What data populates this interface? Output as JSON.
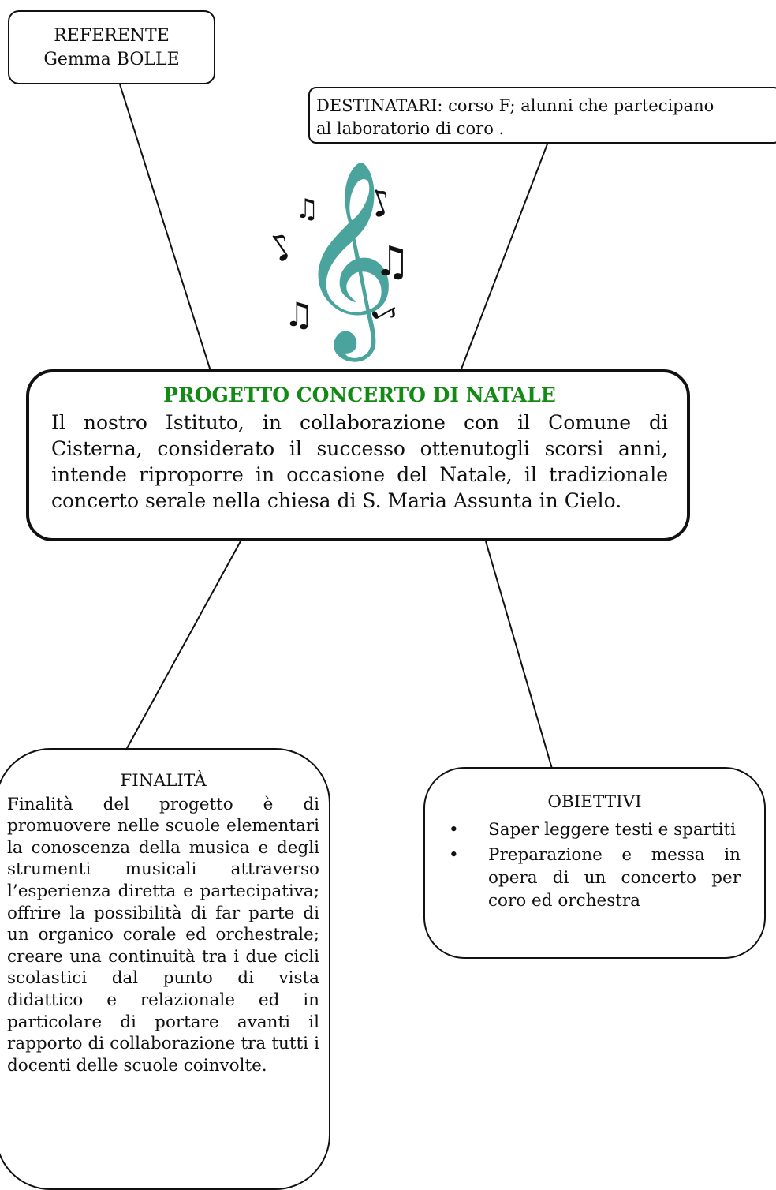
{
  "referente": {
    "title": "REFERENTE",
    "name": "Gemma BOLLE"
  },
  "destinatari": {
    "line1": "DESTINATARI:  corso F; alunni che partecipano",
    "line2": "al laboratorio di coro ."
  },
  "center": {
    "title": "PROGETTO CONCERTO DI NATALE",
    "body": "Il nostro Istituto, in collaborazione con il Comune di Cisterna, considerato il successo ottenutogli scorsi anni, intende riproporre in occasione del Natale, il tradizionale concerto serale  nella chiesa di S. Maria Assunta in Cielo."
  },
  "finalita": {
    "title": "FINALITÀ",
    "body": "Finalità del progetto è di promuovere nelle scuole elementari la conoscenza della musica e degli strumenti musicali attraverso l’esperienza diretta e partecipativa; offrire la possibilità di far parte di un organico corale ed orchestrale; creare una continuità tra i due cicli scolastici dal punto di vista didattico e relazionale  ed in particolare di portare avanti il rapporto di collaborazione tra tutti i docenti delle scuole coinvolte."
  },
  "obiettivi": {
    "title": "OBIETTIVI",
    "bullet": "•",
    "items": [
      "Saper leggere testi e spartiti",
      "Preparazione e messa in opera di un concerto per coro ed orchestra"
    ]
  },
  "art": {
    "clef_symbol": "𝄞",
    "note_beamed": "♫",
    "note_single": "♪",
    "clef_color": "#4aa39c",
    "title_color": "#138a13"
  }
}
